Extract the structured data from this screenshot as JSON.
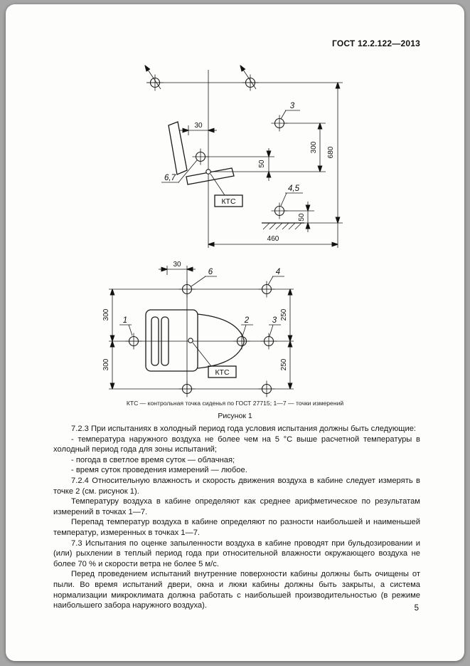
{
  "header": {
    "doc_number": "ГОСТ 12.2.122—2013"
  },
  "figure": {
    "caption": "КТС — контрольная точка сиденья по ГОСТ 27715; 1—7 — точки измерений",
    "label": "Рисунок 1",
    "side": {
      "p3": "3",
      "p67": "6,7",
      "p45": "4,5",
      "ktc": "КТС",
      "d30": "30",
      "d50_seat": "50",
      "d50_ground": "50",
      "d300": "300",
      "d680": "680",
      "d460": "460"
    },
    "plan": {
      "p1": "1",
      "p2": "2",
      "p3": "3",
      "p4": "4",
      "p6": "6",
      "ktc": "КТС",
      "d30": "30",
      "d300_top": "300",
      "d300_bottom": "300",
      "d250_top": "250",
      "d250_bottom": "250"
    }
  },
  "body": {
    "paragraphs": [
      "7.2.3 При испытаниях в холодный период года условия испытания должны быть следующие:",
      "- температура наружного воздуха не более чем на 5 °С выше расчетной температуры в холодный период года для зоны испытаний;",
      "- погода в светлое время суток — облачная;",
      "- время суток проведения измерений — любое.",
      "7.2.4 Относительную влажность и скорость движения воздуха в кабине следует измерять в точке 2 (см. рисунок 1).",
      "Температуру воздуха в кабине определяют как среднее арифметическое по результатам измерений в точках 1—7.",
      "Перепад температур воздуха в кабине определяют по разности наибольшей и наименьшей температур, измеренных в точках 1—7.",
      "7.3 Испытания по оценке запыленности воздуха в кабине проводят при бульдозировании и (или) рыхлении в теплый период года при относительной влажности окружающего воздуха не более 70 % и скорости ветра не более 5 м/с.",
      "Перед проведением испытаний внутренние поверхности кабины должны быть очищены от пыли. Во время испытаний двери, окна и люки кабины должны быть закрыты, а система нормализации микроклимата должна работать с наибольшей производительностью (в режиме наибольшего забора наружного воздуха)."
    ]
  },
  "footer": {
    "page_number": "5"
  }
}
